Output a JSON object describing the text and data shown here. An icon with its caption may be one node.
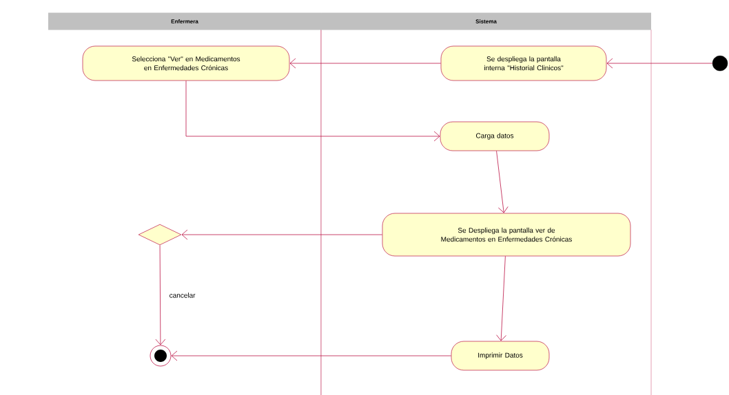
{
  "diagram": {
    "nodes": [
      {
        "text": [
          "Enfermera"
        ]
      },
      {
        "text": [
          "Sistema"
        ]
      },
      {
        "text": [],
        "shape": "circle"
      },
      {
        "text": [
          "Se despliega la pantalla interna \"Historial Clinicos\""
        ]
      },
      {
        "text": [
          "Selecciona \"Ver\" en Medicamentos en Enfermedades Crónicas"
        ]
      },
      {
        "text": [
          "Carga datos"
        ]
      },
      {
        "text": [
          "Se Despliega la pantalla ver de Medicamentos en Enfermedades Crónicas"
        ]
      },
      {
        "text": [],
        "shape": "diamond"
      },
      {
        "text": [
          "Imprimir Datos"
        ]
      },
      {
        "text": [],
        "shape": "circle"
      }
    ],
    "edges": [
      {
        "from": 2,
        "to": 3,
        "arrow": "to"
      },
      {
        "from": 3,
        "to": 4,
        "arrow": "to"
      },
      {
        "from": 4,
        "to": 5,
        "arrow": "to"
      },
      {
        "from": 5,
        "to": 6,
        "arrow": "to"
      },
      {
        "from": 6,
        "to": 7,
        "arrow": "to"
      },
      {
        "from": 7,
        "to": 9,
        "arrow": "to",
        "label": "cancelar"
      },
      {
        "from": 6,
        "to": 8,
        "arrow": "to"
      },
      {
        "from": 8,
        "to": 9,
        "arrow": "to"
      }
    ]
  }
}
